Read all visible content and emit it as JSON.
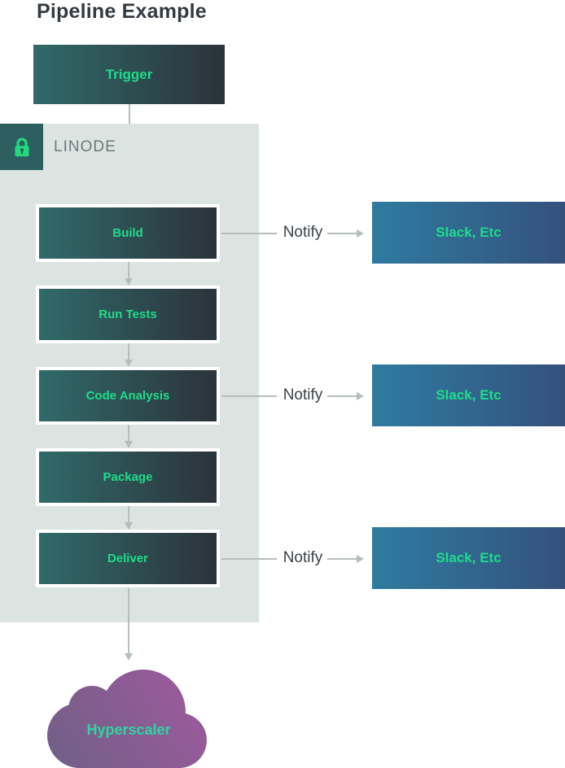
{
  "title": "Pipeline Example",
  "trigger": {
    "label": "Trigger"
  },
  "container": {
    "label": "LINODE",
    "icon": "lock-icon"
  },
  "pipeline": [
    {
      "label": "Build",
      "notify": true
    },
    {
      "label": "Run Tests",
      "notify": false
    },
    {
      "label": "Code Analysis",
      "notify": true
    },
    {
      "label": "Package",
      "notify": false
    },
    {
      "label": "Deliver",
      "notify": true
    }
  ],
  "notify_label": "Notify",
  "slack_label": "Slack, Etc",
  "cloud": {
    "label": "Hyperscaler"
  },
  "colors": {
    "title_text": "#333a42",
    "stage_gradient_start": "#306a6a",
    "stage_gradient_end": "#2b333a",
    "stage_text_green": "#1fdc8a",
    "slack_gradient_start": "#2f7ba1",
    "slack_gradient_end": "#34517c",
    "container_bg": "#dbe4e1",
    "container_label_text": "#6e797a",
    "lock_badge_bg": "#2d5f60",
    "lock_glyph_green": "#23d97d",
    "arrow_gray": "#b5bdbd",
    "notify_text": "#3a4146",
    "cloud_gradient_start": "#6f6086",
    "cloud_gradient_end": "#a2599f",
    "cloud_text_green": "#2dd7a0"
  }
}
